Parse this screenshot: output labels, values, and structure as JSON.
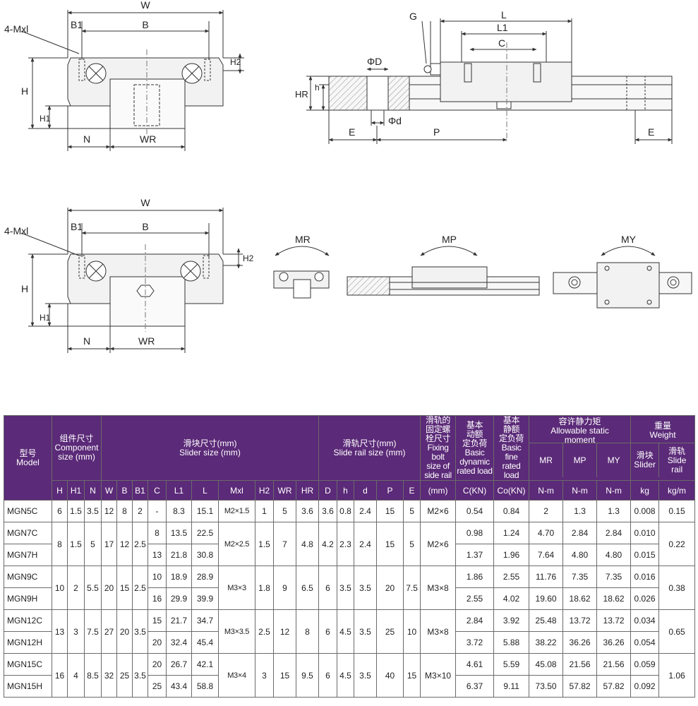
{
  "drawings": {
    "front_top": {
      "W": "W",
      "B1": "B1",
      "B": "B",
      "mxl": "4-Mxl",
      "H2": "H2",
      "H": "H",
      "H1": "H1",
      "N": "N",
      "WR": "WR"
    },
    "side": {
      "G": "G",
      "L": "L",
      "L1": "L1",
      "C": "C",
      "phiD": "ΦD",
      "HR": "HR",
      "h": "h",
      "phid": "Φd",
      "E_left": "E",
      "P": "P",
      "E_right": "E"
    },
    "front_bottom": {
      "W": "W",
      "B1": "B1",
      "B": "B",
      "mxl": "4-Mxl",
      "H2": "H2",
      "H": "H",
      "H1": "H1",
      "N": "N",
      "WR": "WR"
    },
    "moments": {
      "MR": "MR",
      "MP": "MP",
      "MY": "MY"
    }
  },
  "table": {
    "header": {
      "model": [
        "型号",
        "Model"
      ],
      "component": [
        "组件尺寸",
        "Component",
        "size (mm)"
      ],
      "slider": [
        "滑块尺寸(mm)",
        "Slider size (mm)"
      ],
      "rail": [
        "滑轨尺寸(mm)",
        "Slide rail size (mm)"
      ],
      "bolt": [
        "滑轨的",
        "固定螺",
        "栓尺寸",
        "Fixing bolt",
        "size of",
        "side rail"
      ],
      "dyn": [
        "基本",
        "动额",
        "定负荷",
        "Basic",
        "dynamic",
        "rated load"
      ],
      "stat": [
        "基本",
        "静额",
        "定负荷",
        "Basic fine",
        "rated load"
      ],
      "moment": [
        "容许静力矩",
        "Allowable static",
        "moment"
      ],
      "weight": [
        "重量",
        "Weight"
      ],
      "mr": "MR",
      "mp": "MP",
      "my": "MY",
      "wslider": [
        "滑块",
        "Slider"
      ],
      "wrail": [
        "滑轨",
        "Slide",
        "rail"
      ],
      "units": [
        "H",
        "H1",
        "N",
        "W",
        "B",
        "B1",
        "C",
        "L1",
        "L",
        "Mxl",
        "H2",
        "WR",
        "HR",
        "D",
        "h",
        "d",
        "P",
        "E",
        "(mm)",
        "C(KN)",
        "Co(KN)",
        "N-m",
        "N-m",
        "N-m",
        "kg",
        "kg/m"
      ]
    },
    "rows": {
      "mgn5c": {
        "model": "MGN5C",
        "H": "6",
        "H1": "1.5",
        "N": "3.5",
        "W": "12",
        "B": "8",
        "B1": "2",
        "C": "-",
        "L1": "8.3",
        "L": "15.1",
        "Mxl": "M2×1.5",
        "H2": "1",
        "WR": "5",
        "HR": "3.6",
        "D": "3.6",
        "h": "0.8",
        "d": "2.4",
        "P": "15",
        "E": "5",
        "bolt": "M2×6",
        "dyn": "0.54",
        "stat": "0.84",
        "MR": "2",
        "MP": "1.3",
        "MY": "1.3",
        "ws": "0.008",
        "wr": "0.15"
      },
      "mgn7": {
        "H": "8",
        "H1": "1.5",
        "N": "5",
        "W": "17",
        "B": "12",
        "B1": "2.5",
        "Mxl": "M2×2.5",
        "H2": "1.5",
        "WR": "7",
        "HR": "4.8",
        "D": "4.2",
        "h": "2.3",
        "d": "2.4",
        "P": "15",
        "E": "5",
        "bolt": "M2×6",
        "wr": "0.22"
      },
      "mgn7c": {
        "model": "MGN7C",
        "C": "8",
        "L1": "13.5",
        "L": "22.5",
        "dyn": "0.98",
        "stat": "1.24",
        "MR": "4.70",
        "MP": "2.84",
        "MY": "2.84",
        "ws": "0.010"
      },
      "mgn7h": {
        "model": "MGN7H",
        "C": "13",
        "L1": "21.8",
        "L": "30.8",
        "dyn": "1.37",
        "stat": "1.96",
        "MR": "7.64",
        "MP": "4.80",
        "MY": "4.80",
        "ws": "0.015"
      },
      "mgn9": {
        "H": "10",
        "H1": "2",
        "N": "5.5",
        "W": "20",
        "B": "15",
        "B1": "2.5",
        "Mxl": "M3×3",
        "H2": "1.8",
        "WR": "9",
        "HR": "6.5",
        "D": "6",
        "h": "3.5",
        "d": "3.5",
        "P": "20",
        "E": "7.5",
        "bolt": "M3×8",
        "wr": "0.38"
      },
      "mgn9c": {
        "model": "MGN9C",
        "C": "10",
        "L1": "18.9",
        "L": "28.9",
        "dyn": "1.86",
        "stat": "2.55",
        "MR": "11.76",
        "MP": "7.35",
        "MY": "7.35",
        "ws": "0.016"
      },
      "mgn9h": {
        "model": "MGN9H",
        "C": "16",
        "L1": "29.9",
        "L": "39.9",
        "dyn": "2.55",
        "stat": "4.02",
        "MR": "19.60",
        "MP": "18.62",
        "MY": "18.62",
        "ws": "0.026"
      },
      "mgn12": {
        "H": "13",
        "H1": "3",
        "N": "7.5",
        "W": "27",
        "B": "20",
        "B1": "3.5",
        "Mxl": "M3×3.5",
        "H2": "2.5",
        "WR": "12",
        "HR": "8",
        "D": "6",
        "h": "4.5",
        "d": "3.5",
        "P": "25",
        "E": "10",
        "bolt": "M3×8",
        "wr": "0.65"
      },
      "mgn12c": {
        "model": "MGN12C",
        "C": "15",
        "L1": "21.7",
        "L": "34.7",
        "dyn": "2.84",
        "stat": "3.92",
        "MR": "25.48",
        "MP": "13.72",
        "MY": "13.72",
        "ws": "0.034"
      },
      "mgn12h": {
        "model": "MGN12H",
        "C": "20",
        "L1": "32.4",
        "L": "45.4",
        "dyn": "3.72",
        "stat": "5.88",
        "MR": "38.22",
        "MP": "36.26",
        "MY": "36.26",
        "ws": "0.054"
      },
      "mgn15": {
        "H": "16",
        "H1": "4",
        "N": "8.5",
        "W": "32",
        "B": "25",
        "B1": "3.5",
        "Mxl": "M3×4",
        "H2": "3",
        "WR": "15",
        "HR": "9.5",
        "D": "6",
        "h": "4.5",
        "d": "3.5",
        "P": "40",
        "E": "15",
        "bolt": "M3×10",
        "wr": "1.06"
      },
      "mgn15c": {
        "model": "MGN15C",
        "C": "20",
        "L1": "26.7",
        "L": "42.1",
        "dyn": "4.61",
        "stat": "5.59",
        "MR": "45.08",
        "MP": "21.56",
        "MY": "21.56",
        "ws": "0.059"
      },
      "mgn15h": {
        "model": "MGN15H",
        "C": "25",
        "L1": "43.4",
        "L": "58.8",
        "dyn": "6.37",
        "stat": "9.11",
        "MR": "73.50",
        "MP": "57.82",
        "MY": "57.82",
        "ws": "0.092"
      }
    }
  },
  "colors": {
    "header_bg": "#5b2a78",
    "header_text": "#ffffff",
    "line": "#6b6b6b",
    "part_fill": "#f2f2f2"
  }
}
